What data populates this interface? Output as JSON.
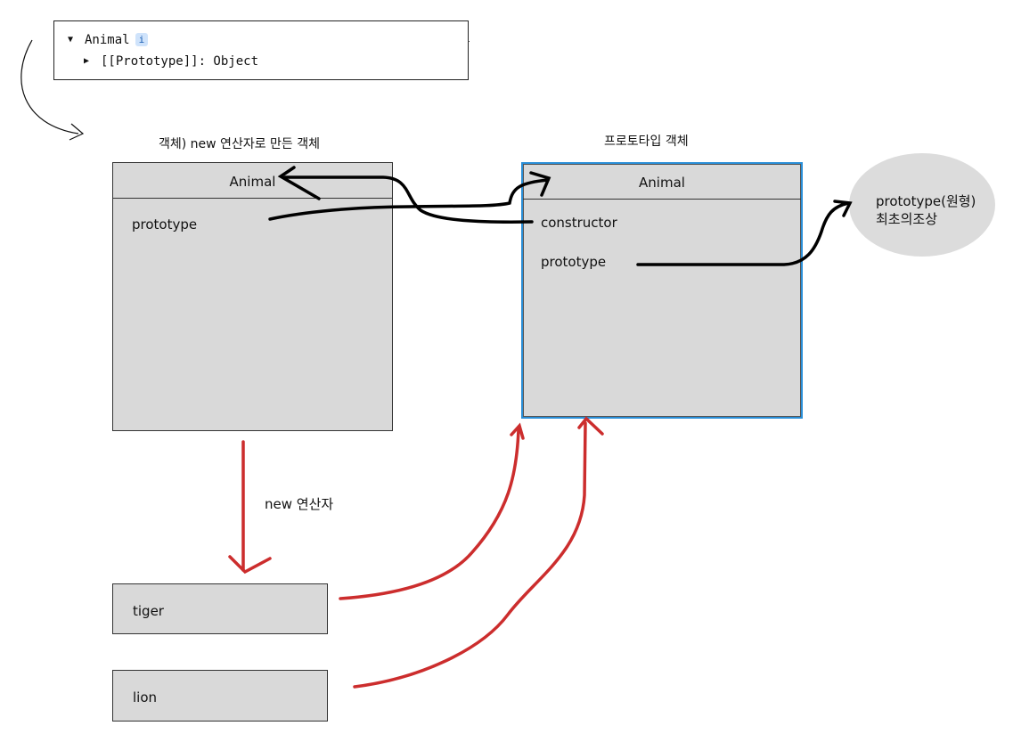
{
  "console": {
    "title": "Animal",
    "info_badge": "i",
    "prototype_row": "[[Prototype]]: Object"
  },
  "diagram": {
    "left_heading": "객체) new 연산자로 만든 객체",
    "right_heading": "프로토타입 객체",
    "left_box": {
      "title": "Animal",
      "field": "prototype"
    },
    "right_box": {
      "title": "Animal",
      "fields": [
        "constructor",
        "prototype"
      ]
    },
    "ellipse": {
      "line1": "prototype(원형)",
      "line2": "최초의조상"
    },
    "new_operator_label": "new 연산자",
    "instances": [
      "tiger",
      "lion"
    ],
    "colors": {
      "box_fill": "#d9d9d9",
      "selected_border": "#2a8fd8",
      "arrow_red": "#cc2d2d",
      "arrow_black": "#000000"
    }
  }
}
